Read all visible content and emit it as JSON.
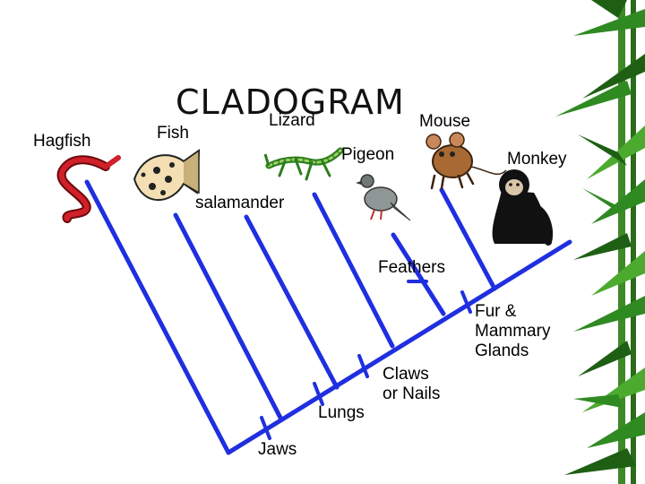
{
  "title": "CLADOGRAM",
  "taxa": {
    "hagfish": "Hagfish",
    "fish": "Fish",
    "lizard": "Lizard",
    "salamander": "salamander",
    "pigeon": "Pigeon",
    "mouse": "Mouse",
    "monkey": "Monkey"
  },
  "traits": {
    "jaws": "Jaws",
    "lungs": "Lungs",
    "claws_line1": "Claws",
    "claws_line2": "or Nails",
    "feathers": "Feathers",
    "fur_line1": "Fur &",
    "fur_line2": "Mammary",
    "fur_line3": "Glands"
  },
  "colors": {
    "branch": "#1f2fe0",
    "bamboo_dark": "#1e5f14",
    "bamboo_mid": "#2f8a22",
    "bamboo_light": "#4cab2f"
  }
}
